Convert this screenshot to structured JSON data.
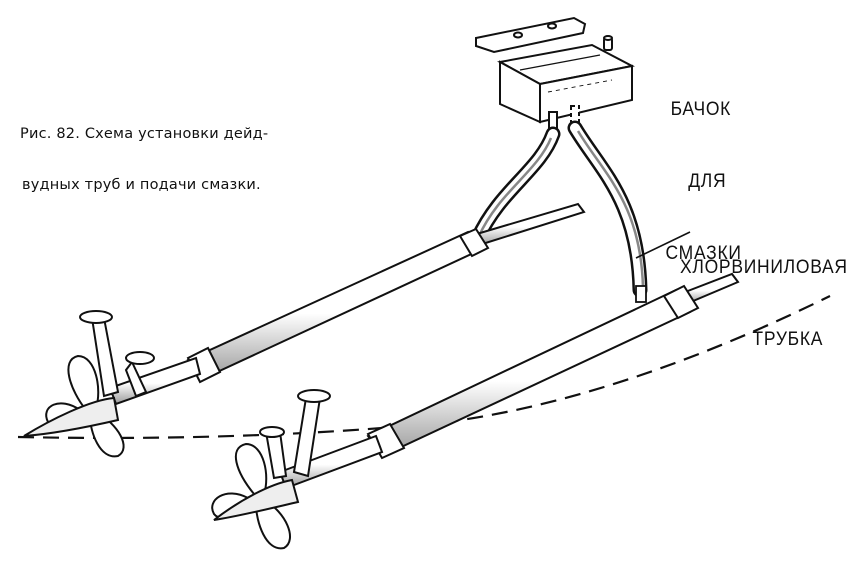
{
  "caption": {
    "line1": "Рис. 82. Схема установки дейд-",
    "line2": "вудных труб и подачи смазки."
  },
  "labels": {
    "tank": {
      "line1": "Бачок",
      "line2": "для",
      "line3": "смазки"
    },
    "tube": {
      "line1": "Хлорвиниловая",
      "line2": "трубка"
    }
  },
  "colors": {
    "ink": "#111111",
    "paper": "#ffffff",
    "shade": "#bfbfbf"
  }
}
